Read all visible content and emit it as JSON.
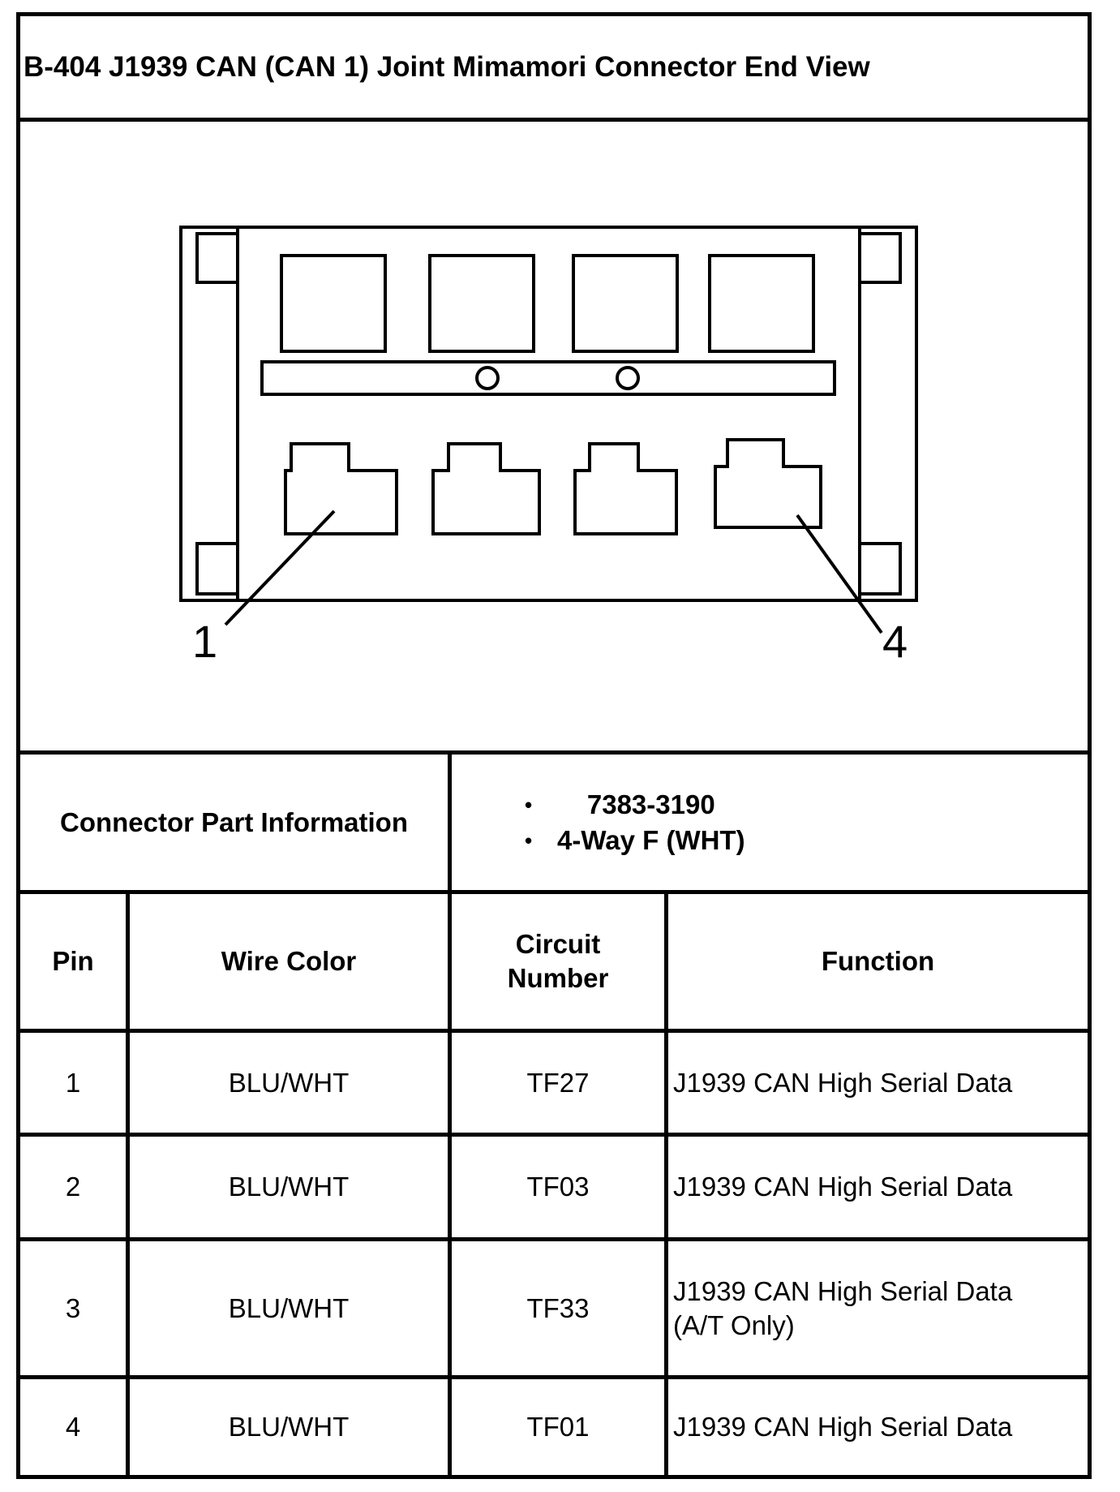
{
  "title": "B-404 J1939 CAN (CAN 1) Joint Mimamori Connector End View",
  "figure": {
    "pin_labels": [
      "1",
      "4"
    ]
  },
  "connector_part_information": {
    "label": "Connector Part Information",
    "values": [
      "7383-3190",
      "4-Way F (WHT)"
    ]
  },
  "table": {
    "headers": {
      "pin": "Pin",
      "wire_color": "Wire Color",
      "circuit_number": [
        "Circuit",
        "Number"
      ],
      "function": "Function"
    },
    "rows": [
      {
        "pin": "1",
        "wire_color": "BLU/WHT",
        "circuit_number": "TF27",
        "function": [
          "J1939 CAN High Serial Data"
        ]
      },
      {
        "pin": "2",
        "wire_color": "BLU/WHT",
        "circuit_number": "TF03",
        "function": [
          "J1939 CAN High Serial Data"
        ]
      },
      {
        "pin": "3",
        "wire_color": "BLU/WHT",
        "circuit_number": "TF33",
        "function": [
          "J1939 CAN High Serial Data",
          "(A/T Only)"
        ]
      },
      {
        "pin": "4",
        "wire_color": "BLU/WHT",
        "circuit_number": "TF01",
        "function": [
          "J1939 CAN High Serial Data"
        ]
      }
    ]
  }
}
